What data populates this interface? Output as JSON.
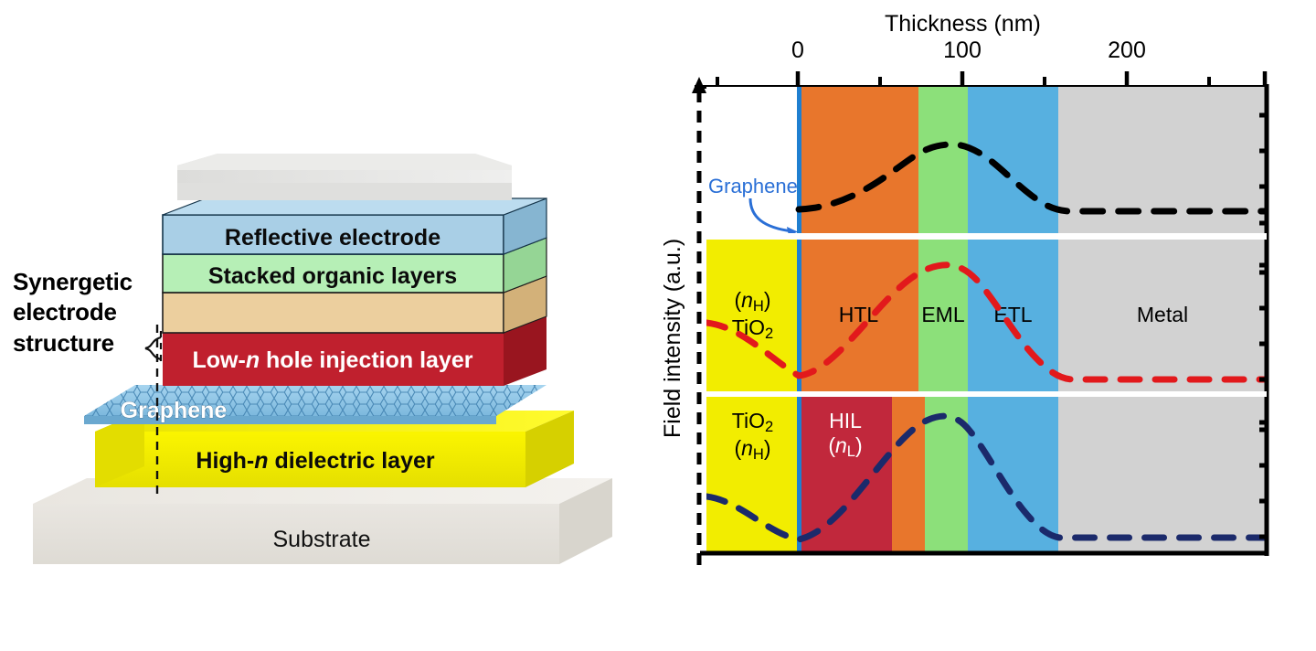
{
  "left_diagram": {
    "side_label": "Synergetic\nelectrode\nstructure",
    "side_label_lines": [
      "Synergetic",
      "electrode",
      "structure"
    ],
    "layers": [
      {
        "name": "top-cap",
        "label": "",
        "color": "#e2e2e0"
      },
      {
        "name": "reflective-electrode",
        "label": "Reflective electrode",
        "color": "#a8cde4"
      },
      {
        "name": "stacked-organic",
        "label": "Stacked organic layers",
        "color": "#b4eeb4"
      },
      {
        "name": "tan-organic",
        "label": "",
        "color": "#eecfa1"
      },
      {
        "name": "hole-injection",
        "label_html": "Low-<i>n</i> hole injection layer",
        "label": "Low-n hole injection layer",
        "color": "#c22030"
      },
      {
        "name": "graphene",
        "label": "Graphene",
        "color": "#8ec6e8"
      },
      {
        "name": "dielectric",
        "label_html": "High-<i>n</i> dielectric layer",
        "label": "High-n dielectric layer",
        "color": "#f2ed00"
      },
      {
        "name": "substrate",
        "label": "Substrate",
        "color": "#e6e3dd"
      }
    ]
  },
  "chart_data": {
    "type": "line",
    "title": "",
    "xlabel": "Thickness (nm)",
    "ylabel": "Field intensity (a.u.)",
    "xlim": [
      -55,
      255
    ],
    "xticks": [
      0,
      50,
      100,
      150,
      200
    ],
    "xtick_labels": [
      "0",
      "",
      "100",
      "",
      "200"
    ],
    "grid": false,
    "legend": "none",
    "annotation": {
      "text": "Graphene",
      "color": "#2a6fd6",
      "points_to_x": 0
    },
    "panels": [
      {
        "name": "panel-top",
        "layers": [
          {
            "label": "",
            "x0": -55,
            "x1": 0,
            "color": "#ffffff"
          },
          {
            "label": "HTL",
            "x0": 0,
            "x1": 73,
            "color": "#e8762c"
          },
          {
            "label": "EML",
            "x0": 73,
            "x1": 103,
            "color": "#8ce07a"
          },
          {
            "label": "ETL",
            "x0": 103,
            "x1": 158,
            "color": "#57b0e0"
          },
          {
            "label": "Metal",
            "x0": 158,
            "x1": 255,
            "color": "#d2d2d2"
          }
        ],
        "series": {
          "name": "field-intensity-no-electrode",
          "color": "#000000",
          "x": [
            0,
            12,
            25,
            40,
            55,
            70,
            85,
            100,
            112,
            126,
            140,
            152,
            160,
            175,
            200,
            230,
            255
          ],
          "y": [
            0.13,
            0.16,
            0.23,
            0.33,
            0.45,
            0.58,
            0.7,
            0.73,
            0.68,
            0.56,
            0.42,
            0.28,
            0.18,
            0.13,
            0.13,
            0.13,
            0.13
          ]
        }
      },
      {
        "name": "panel-middle",
        "layers": [
          {
            "label_html": "(<i>n</i><sub>H</sub>)<br>TiO<sub>2</sub>",
            "label": "(nH) TiO2",
            "x0": -55,
            "x1": 0,
            "color": "#f2ed00"
          },
          {
            "label": "HTL",
            "x0": 0,
            "x1": 73,
            "color": "#e8762c"
          },
          {
            "label": "EML",
            "x0": 73,
            "x1": 103,
            "color": "#8ce07a"
          },
          {
            "label": "ETL",
            "x0": 103,
            "x1": 158,
            "color": "#57b0e0"
          },
          {
            "label": "Metal",
            "x0": 158,
            "x1": 255,
            "color": "#d2d2d2"
          }
        ],
        "series": {
          "name": "field-intensity-high-n-only",
          "color": "#e2191c",
          "x": [
            -55,
            -45,
            -32,
            -20,
            -8,
            0,
            12,
            28,
            45,
            58,
            70,
            82,
            93,
            103,
            112,
            125,
            140,
            152,
            162,
            180,
            210,
            240,
            255
          ],
          "y": [
            0.45,
            0.43,
            0.35,
            0.24,
            0.13,
            0.07,
            0.1,
            0.22,
            0.42,
            0.6,
            0.76,
            0.88,
            0.92,
            0.86,
            0.74,
            0.56,
            0.36,
            0.2,
            0.09,
            0.07,
            0.07,
            0.07,
            0.07
          ]
        }
      },
      {
        "name": "panel-bottom",
        "layers": [
          {
            "label_html": "TiO<sub>2</sub><br>(<i>n</i><sub>H</sub>)",
            "label": "TiO2 (nH)",
            "x0": -55,
            "x1": 0,
            "color": "#f2ed00"
          },
          {
            "label_html": "HIL<br>(<i>n</i><sub>L</sub>)",
            "label": "HIL (nL)",
            "x0": 0,
            "x1": 57,
            "color": "#c1283c",
            "light": true
          },
          {
            "label": "",
            "x0": 57,
            "x1": 78,
            "color": "#e8762c"
          },
          {
            "label": "",
            "x0": 78,
            "x1": 103,
            "color": "#8ce07a"
          },
          {
            "label": "",
            "x0": 103,
            "x1": 158,
            "color": "#57b0e0"
          },
          {
            "label": "",
            "x0": 158,
            "x1": 255,
            "color": "#d2d2d2"
          }
        ],
        "series": {
          "name": "field-intensity-synergetic",
          "color": "#1b2a6b",
          "x": [
            -55,
            -45,
            -33,
            -22,
            -12,
            -4,
            0,
            8,
            20,
            32,
            44,
            55,
            64,
            72,
            80,
            88,
            96,
            106,
            118,
            130,
            142,
            152,
            160,
            185,
            215,
            245,
            255
          ],
          "y": [
            0.3,
            0.29,
            0.25,
            0.2,
            0.14,
            0.09,
            0.07,
            0.1,
            0.2,
            0.34,
            0.5,
            0.66,
            0.78,
            0.88,
            0.94,
            0.95,
            0.9,
            0.8,
            0.64,
            0.48,
            0.32,
            0.18,
            0.1,
            0.08,
            0.08,
            0.08,
            0.08
          ]
        }
      }
    ]
  }
}
